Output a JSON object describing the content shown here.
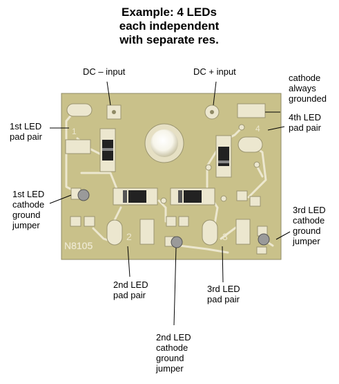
{
  "title": {
    "line1": "Example: 4 LEDs",
    "line2": "each independent",
    "line3": "with separate res."
  },
  "labels": {
    "dc_minus": "DC – input",
    "dc_plus": "DC + input",
    "cathode_grounded": [
      "cathode",
      "always",
      "grounded"
    ],
    "led4_pad": [
      "4th LED",
      "pad pair"
    ],
    "led1_pad": [
      "1st LED",
      "pad pair"
    ],
    "led1_ground": [
      "1st LED",
      "cathode",
      "ground",
      "jumper"
    ],
    "led3_ground": [
      "3rd LED",
      "cathode",
      "ground",
      "jumper"
    ],
    "led2_pad": [
      "2nd LED",
      "pad pair"
    ],
    "led3_pad": [
      "3rd LED",
      "pad pair"
    ],
    "led2_ground": [
      "2nd LED",
      "cathode",
      "ground",
      "jumper"
    ]
  },
  "board": {
    "part_number": "N8105",
    "silk_1": "1",
    "silk_2": "2",
    "silk_3": "3",
    "silk_4": "4",
    "colors": {
      "substrate": "#c9c18a",
      "copper": "#ede8d2",
      "mask_line": "#9a9470",
      "component": "#222222"
    }
  }
}
